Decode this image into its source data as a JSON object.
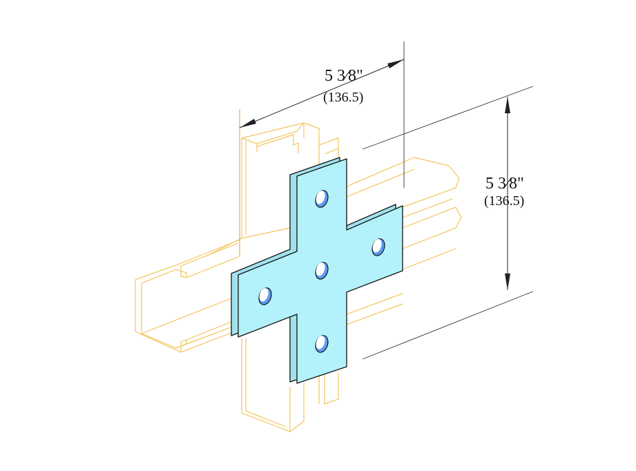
{
  "drawing": {
    "part": "cross-plate-fitting",
    "colors": {
      "plate": "#b3f2fb",
      "plate_edge": "#9fe2ec",
      "hole": "#5b9cf0",
      "channel": "#f3c45a",
      "dimension": "#222222"
    },
    "dimensions": [
      {
        "id": "width",
        "imperial": "5 3⁄8\"",
        "metric": "(136.5)"
      },
      {
        "id": "height",
        "imperial": "5 3⁄8\"",
        "metric": "(136.5)"
      }
    ]
  }
}
